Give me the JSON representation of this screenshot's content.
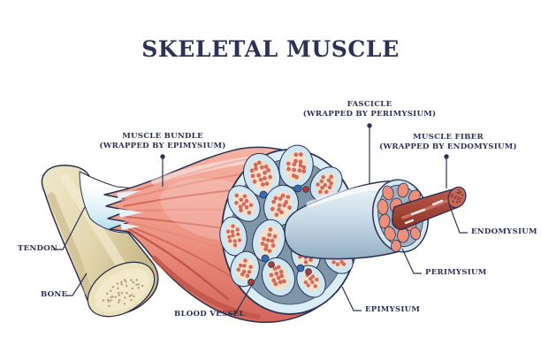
{
  "title": "SKELETAL MUSCLE",
  "labels": {
    "muscle_bundle": {
      "name": "MUSCLE BUNDLE",
      "sub": "(WRAPPED BY EPIMYSIUM)"
    },
    "fascicle": {
      "name": "FASCICLE",
      "sub": "(WRAPPED BY PERIMYSIUM)"
    },
    "muscle_fiber": {
      "name": "MUSCLE FIBER",
      "sub": "(WRAPPED BY ENDOMYSIUM)"
    },
    "tendon": "TENDON",
    "bone": "BONE",
    "blood_vessel": "BLOOD VESSEL",
    "epimysium": "EPIMYSIUM",
    "perimysium": "PERIMYSIUM",
    "endomysium": "ENDOMYSIUM"
  },
  "colors": {
    "ink": "#2d3254",
    "muscle_light": "#f5b2a2",
    "muscle_dark": "#d2655a",
    "tendon_blue": "#b4e0ee",
    "bone_fill": "#e2d6ae",
    "bone_face": "#f1e9ca",
    "epimysium_ring": "#dbeef8",
    "perimysium_matrix": "#7e96a9",
    "fascicle_interior": "#f8dfc8",
    "fiber_salmon": "#ec8f7b",
    "fiber_red": "#9c4234",
    "vessel_blue": "#2f6cb3",
    "vessel_red": "#b23a30"
  }
}
